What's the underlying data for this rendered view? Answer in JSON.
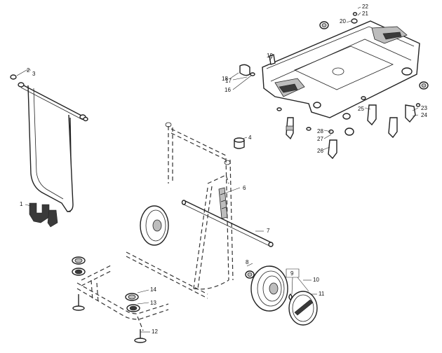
{
  "callouts": {
    "c1": "1",
    "c2": "2",
    "c3": "3",
    "c4": "4",
    "c6": "6",
    "c7": "7",
    "c8": "8",
    "c9": "9",
    "c10": "10",
    "c11": "11",
    "c12": "12",
    "c13": "13",
    "c14": "14",
    "c16": "16",
    "c17": "17",
    "c18": "18",
    "c19": "19",
    "c20": "20",
    "c21": "21",
    "c22": "22",
    "c23": "23",
    "c24": "24",
    "c25": "25",
    "c26": "26",
    "c27": "27",
    "c28": "28"
  }
}
